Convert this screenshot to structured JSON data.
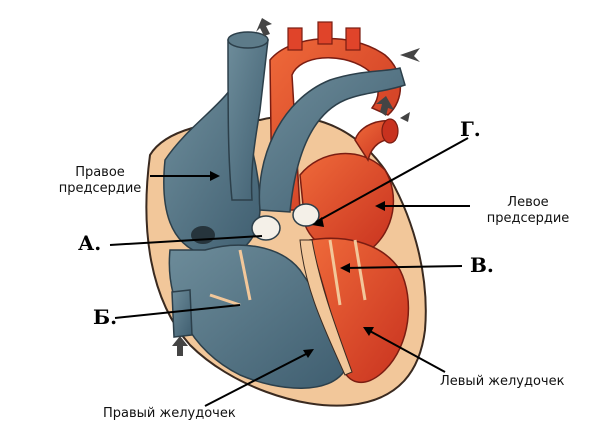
{
  "labels": {
    "right_atrium": "Правое\nпредсердие",
    "left_atrium": "Левое\nпредсердие",
    "left_ventricle": "Левый желудочек",
    "right_ventricle": "Правый желудочек"
  },
  "letters": {
    "a": "А.",
    "b": "Б.",
    "v": "В.",
    "g": "Г."
  },
  "colors": {
    "venous_blue": "#4f6f80",
    "arterial_red": "#e0442a",
    "myocardium": "#f2c79a",
    "outline": "#3a2a20"
  }
}
